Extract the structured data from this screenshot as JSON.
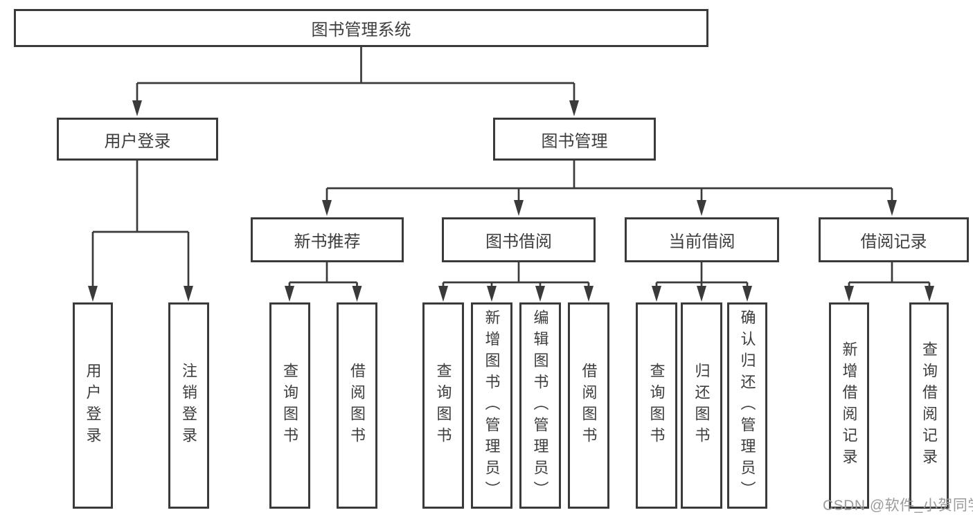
{
  "diagram": {
    "root": {
      "label": "图书管理系统"
    },
    "level2": {
      "user_login": {
        "label": "用户登录"
      },
      "book_mgmt": {
        "label": "图书管理"
      }
    },
    "level3": {
      "new_book_rec": {
        "label": "新书推荐"
      },
      "book_borrow": {
        "label": "图书借阅"
      },
      "current_borrow": {
        "label": "当前借阅"
      },
      "borrow_record": {
        "label": "借阅记录"
      }
    },
    "leaves": {
      "login": {
        "label": "用户登录"
      },
      "logout": {
        "label": "注销登录"
      },
      "nb_query": {
        "label": "查询图书"
      },
      "nb_borrow": {
        "label": "借阅图书"
      },
      "bb_query": {
        "label": "查询图书"
      },
      "bb_add": {
        "label": "新增图书（管理员）"
      },
      "bb_edit": {
        "label": "编辑图书（管理员）"
      },
      "bb_borrow": {
        "label": "借阅图书"
      },
      "cb_query": {
        "label": "查询图书"
      },
      "cb_return": {
        "label": "归还图书"
      },
      "cb_confirm": {
        "label": "确认归还（管理员）"
      },
      "br_add": {
        "label": "新增借阅记录"
      },
      "br_query": {
        "label": "查询借阅记录"
      }
    },
    "watermark": "CSDN @软件_小贺同学",
    "colors": {
      "line": "#3a3a3a",
      "text": "#3d3d3d",
      "box_bg": "#ffffff",
      "watermark": "#9b9b9b"
    }
  }
}
